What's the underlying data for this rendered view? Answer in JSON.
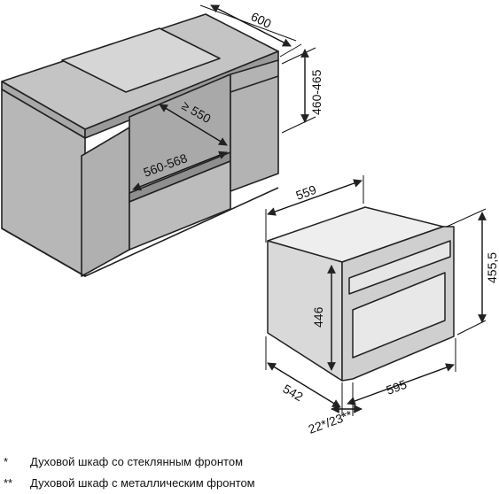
{
  "dimensions": {
    "cabinet_depth": "600",
    "niche_height": "460-465",
    "niche_depth": "≥ 550",
    "niche_width": "560-568",
    "oven_depth": "559",
    "oven_height_total": "455,5",
    "oven_height_body": "446",
    "oven_depth_body": "542",
    "oven_width": "595",
    "front_thickness": "22*/23**"
  },
  "footnotes": [
    {
      "mark": "*",
      "text": "Духовой шкаф со стеклянным фронтом"
    },
    {
      "mark": "**",
      "text": "Духовой шкаф с металлическим фронтом"
    }
  ],
  "colors": {
    "cabinet_fill": "#b7b7b7",
    "cabinet_side": "#9c9c9c",
    "cabinet_top": "#c4c4c4",
    "hob": "#d6d6d6",
    "oven_fill": "#d9d9d9",
    "line": "#222222"
  }
}
